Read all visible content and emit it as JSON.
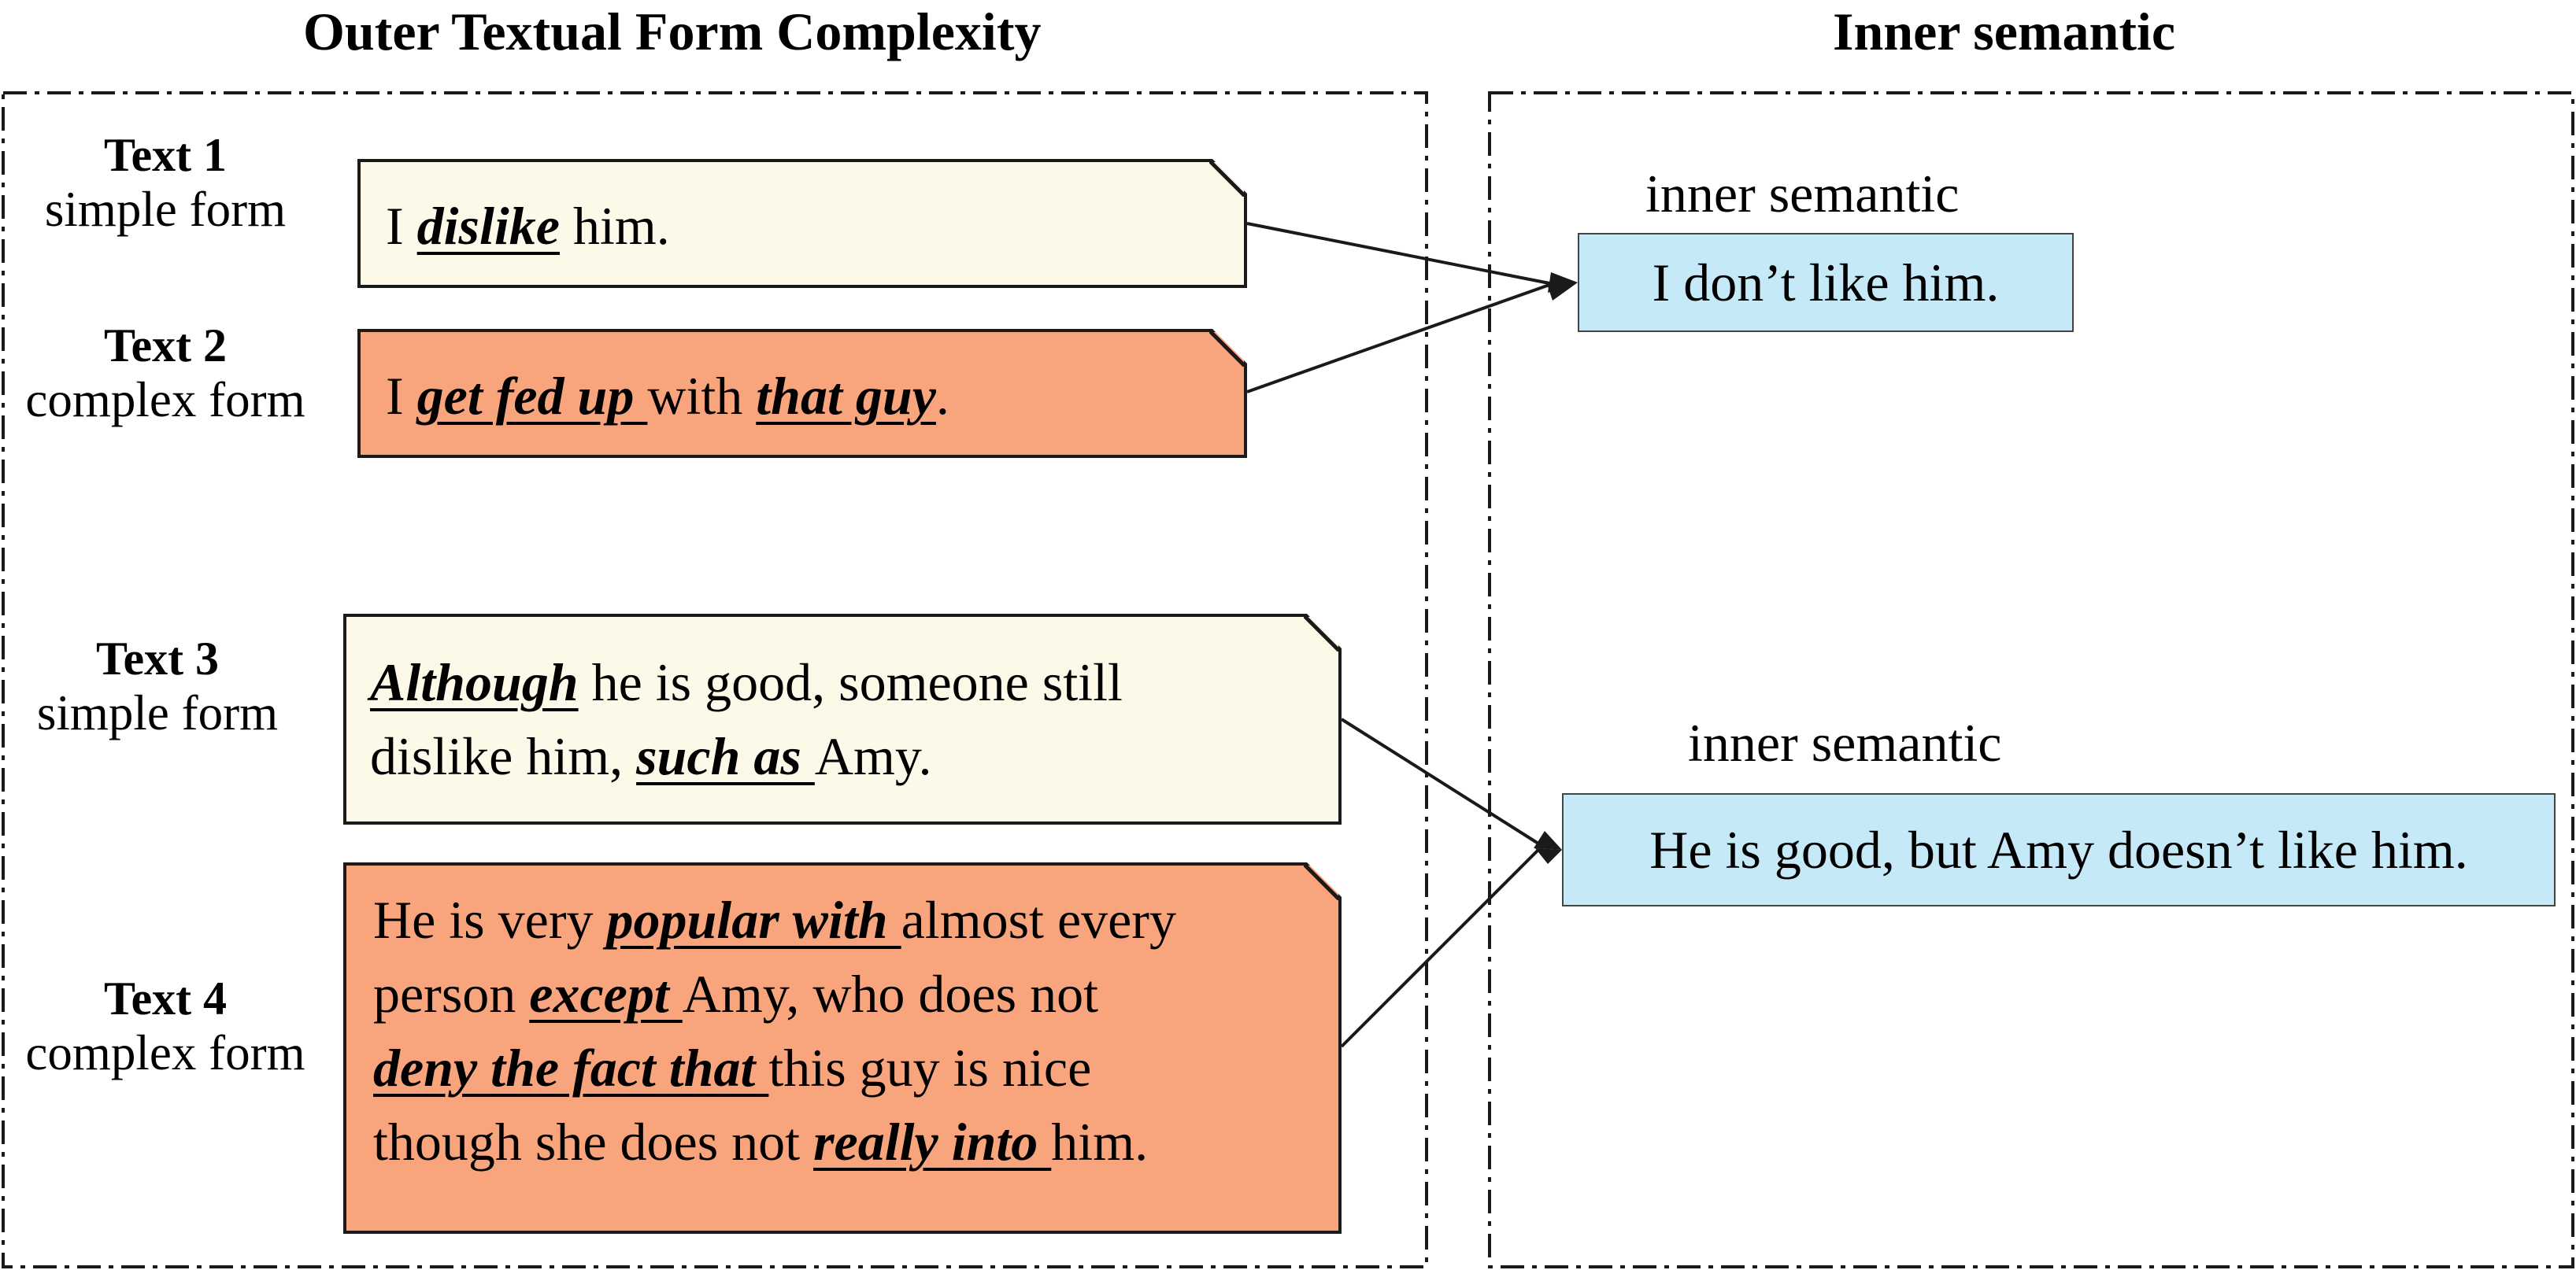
{
  "headings": {
    "left": "Outer Textual Form Complexity",
    "right": "Inner semantic"
  },
  "texts": [
    {
      "name": "Text 1",
      "form": "simple form",
      "lines": [
        [
          {
            "t": "I "
          },
          {
            "t": "dislike",
            "e": true
          },
          {
            "t": " him."
          }
        ]
      ]
    },
    {
      "name": "Text 2",
      "form": "complex form",
      "lines": [
        [
          {
            "t": "I "
          },
          {
            "t": "get fed up ",
            "e": true
          },
          {
            "t": "with "
          },
          {
            "t": "that guy",
            "e": true
          },
          {
            "t": "."
          }
        ]
      ]
    },
    {
      "name": "Text 3",
      "form": "simple form",
      "lines": [
        [
          {
            "t": "Although",
            "e": true
          },
          {
            "t": " he is good, someone still"
          }
        ],
        [
          {
            "t": "dislike him, "
          },
          {
            "t": "such as ",
            "e": true
          },
          {
            "t": "Amy."
          }
        ]
      ]
    },
    {
      "name": "Text 4",
      "form": "complex form",
      "lines": [
        [
          {
            "t": "He is very "
          },
          {
            "t": "popular with ",
            "e": true
          },
          {
            "t": "almost every"
          }
        ],
        [
          {
            "t": "person "
          },
          {
            "t": "except ",
            "e": true
          },
          {
            "t": "Amy, who does not"
          }
        ],
        [
          {
            "t": "deny the fact that ",
            "e": true
          },
          {
            "t": "this guy is nice"
          }
        ],
        [
          {
            "t": "though she does not "
          },
          {
            "t": "really into ",
            "e": true
          },
          {
            "t": "him."
          }
        ]
      ]
    }
  ],
  "semantics": [
    {
      "caption": "inner semantic",
      "text": "I don’t like him."
    },
    {
      "caption": "inner semantic",
      "text": "He is good, but Amy doesn’t like him."
    }
  ],
  "colors": {
    "simple_fill": "#fdf9e8",
    "complex_fill": "#f8a47d",
    "semantic_fill": "#c6e9f8",
    "stroke": "#1a1a1a"
  }
}
